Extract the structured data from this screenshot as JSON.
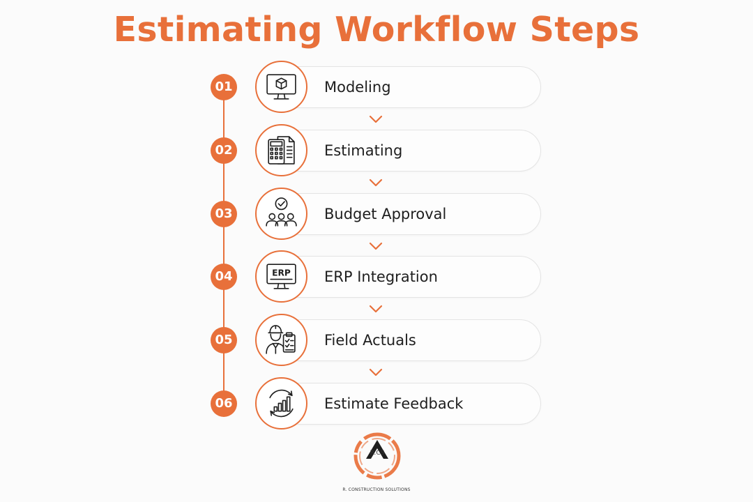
{
  "title": "Estimating Workflow Steps",
  "accent_color": "#e8703a",
  "steps": [
    {
      "number": "01",
      "label": "Modeling",
      "icon": "computer-box-icon"
    },
    {
      "number": "02",
      "label": "Estimating",
      "icon": "calculator-document-icon"
    },
    {
      "number": "03",
      "label": "Budget Approval",
      "icon": "team-approval-icon"
    },
    {
      "number": "04",
      "label": "ERP Integration",
      "icon": "erp-monitor-icon"
    },
    {
      "number": "05",
      "label": "Field Actuals",
      "icon": "worker-clipboard-icon"
    },
    {
      "number": "06",
      "label": "Estimate Feedback",
      "icon": "cycle-chart-icon"
    }
  ],
  "connector_icon": "chevron-down-icon",
  "logo": {
    "initials": "R.CS",
    "company": "R. CONSTRUCTION SOLUTIONS"
  }
}
